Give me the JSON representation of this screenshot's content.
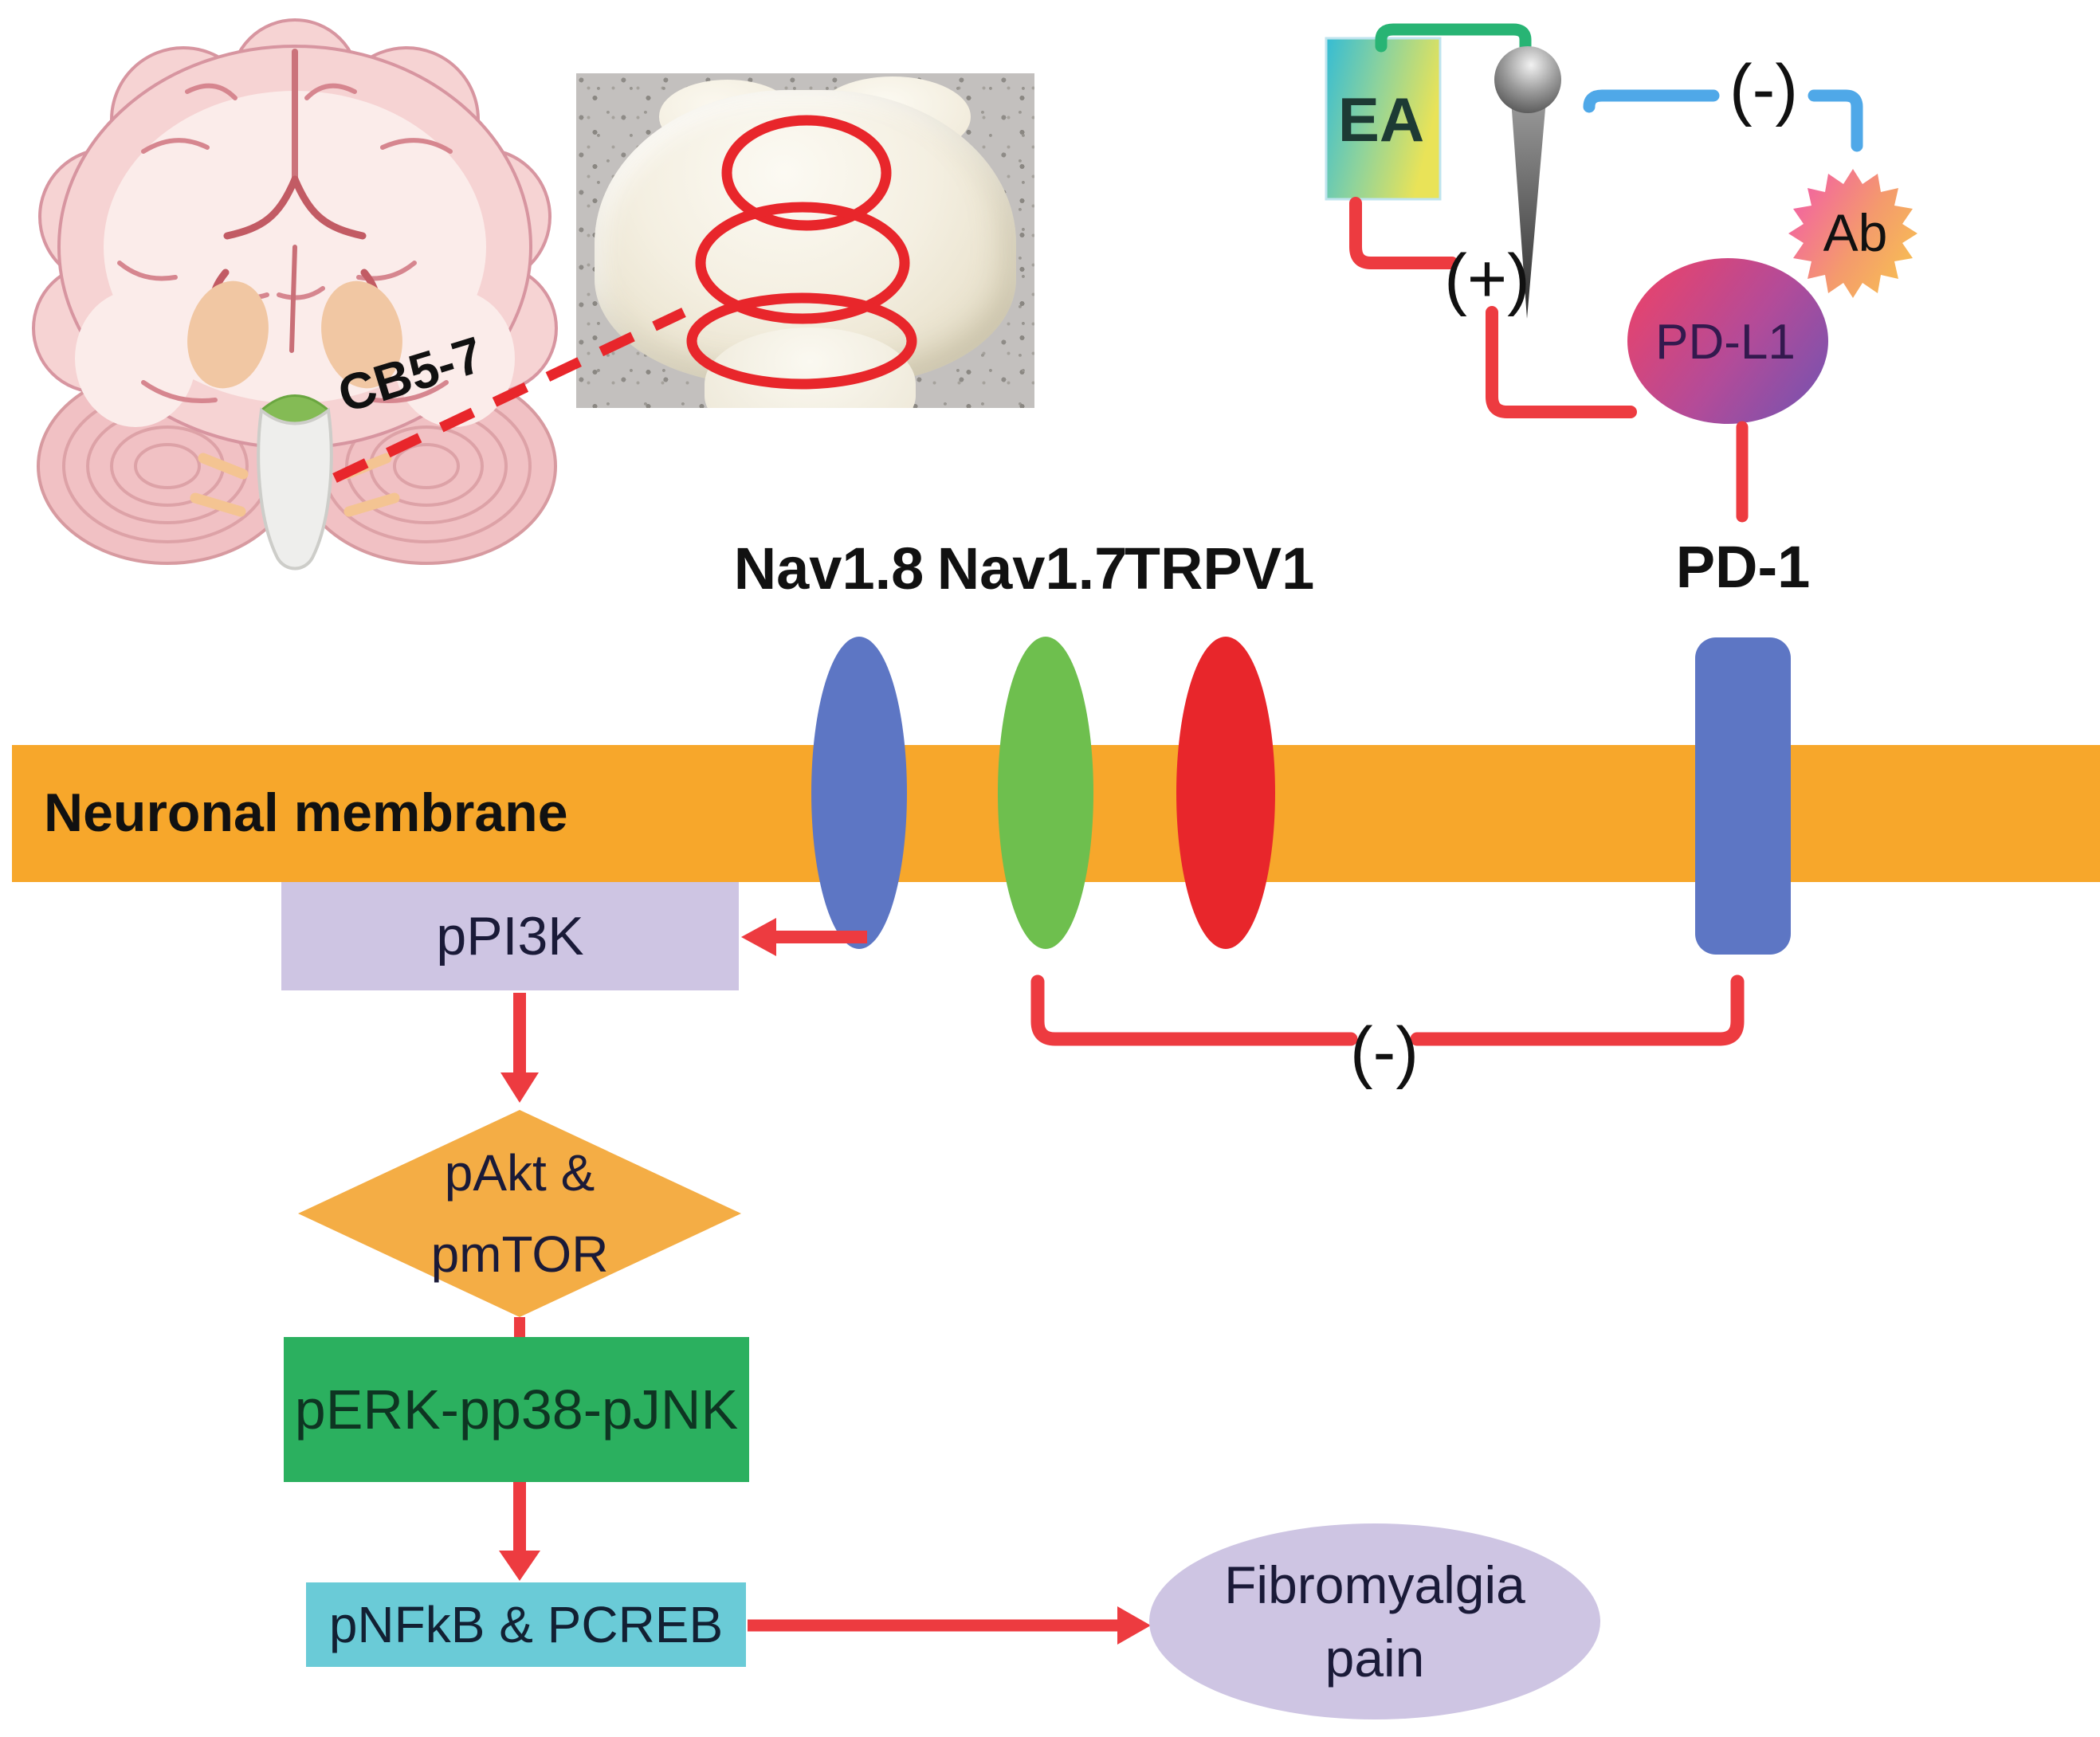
{
  "figure": {
    "brain": {
      "acupoint_label": "CB5-7"
    },
    "stimulation": {
      "device_label": "EA",
      "plus_label": "(+)",
      "minus_label": "(-)"
    },
    "immune": {
      "antibody_label": "Ab",
      "ligand_label": "PD-L1",
      "receptor_label": "PD-1"
    },
    "membrane": {
      "label": "Neuronal membrane"
    },
    "channels": [
      {
        "name": "Nav1.8",
        "color": "#5d76c4"
      },
      {
        "name": "Nav1.7",
        "color": "#6ebf4e"
      },
      {
        "name": "TRPV1",
        "color": "#e8262b"
      }
    ],
    "cascade": {
      "node1": "pPI3K",
      "node2_line1": "pAkt &",
      "node2_line2": "pmTOR",
      "node3": "pERK-pp38-pJNK",
      "node4": "pNFkB & PCREB",
      "inhibition_label": "(-)",
      "outcome_line1": "Fibromyalgia",
      "outcome_line2": "pain"
    },
    "colors": {
      "membrane_orange": "#f7a72b",
      "diamond_orange": "#f4ad45",
      "arrow_red": "#ed3b40",
      "circle_red": "#e8262b",
      "channel_blue": "#5d76c4",
      "channel_green": "#6ebf4e",
      "channel_red": "#e8262b",
      "lavender": "#cec5e3",
      "green_box": "#2bb05f",
      "cyan_box": "#6acbd7",
      "bracket_green": "#28b474",
      "line_blue": "#4fa8e8",
      "ea_gradient_start": "#35bcd4",
      "ea_gradient_end": "#e9e358",
      "pdl1_gradient_start": "#e8436c",
      "pdl1_gradient_end": "#7b52ae",
      "star_gradient_start": "#f25fa5",
      "star_gradient_end": "#f7c052"
    }
  }
}
